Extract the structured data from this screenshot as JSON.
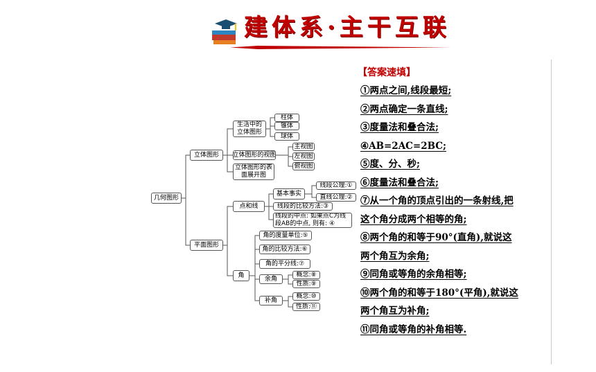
{
  "header": {
    "title": "建体系·主干互联",
    "logo_icon": "book-mortarboard-icon",
    "title_color": "#c00000"
  },
  "mindmap": {
    "root": "几何图形",
    "solid": {
      "label": "立体图形",
      "life": "生活中的立体图形",
      "life_items": [
        "柱体",
        "锥体",
        "球体"
      ],
      "views": "立体图形的视图",
      "view_items": [
        "主视图",
        "左视图",
        "俯视图"
      ],
      "net": "立体图形的表面展开图"
    },
    "plane": {
      "label": "平面图形",
      "points_lines": {
        "label": "点和线",
        "basic_fact": "基本事实",
        "line_axiom": "线段公理:①",
        "straight_axiom": "直线公理:②",
        "compare": "线段的比较方法:③",
        "midpoint": "线段的中点: 如果点C为线段AB的中点, 则有: ④"
      },
      "angle": {
        "label": "角",
        "unit": "角的度量单位:⑤",
        "compare": "角的比较方法:⑥",
        "bisector": "角的平分线:⑦",
        "complement": "余角",
        "complement_items": [
          "概念:⑧",
          "性质:⑨"
        ],
        "supplement": "补角",
        "supplement_items": [
          "概念:⑩",
          "性质:⑪"
        ]
      }
    }
  },
  "answers": {
    "title": "【答案速填】",
    "lines": [
      "①两点之间,线段最短;",
      "②两点确定一条直线;",
      "③度量法和叠合法;",
      "④AB=2AC=2BC;",
      "⑤度、分、秒;",
      "⑥度量法和叠合法;",
      "⑦从一个角的顶点引出的一条射线,把",
      "这个角分成两个相等的角;",
      "⑧两个角的和等于90°(直角),就说这",
      "两个角互为余角;",
      "⑨同角或等角的余角相等;",
      "⑩两个角的和等于180°(平角),就说这",
      "两个角互为补角;",
      "⑪同角或等角的补角相等."
    ]
  }
}
